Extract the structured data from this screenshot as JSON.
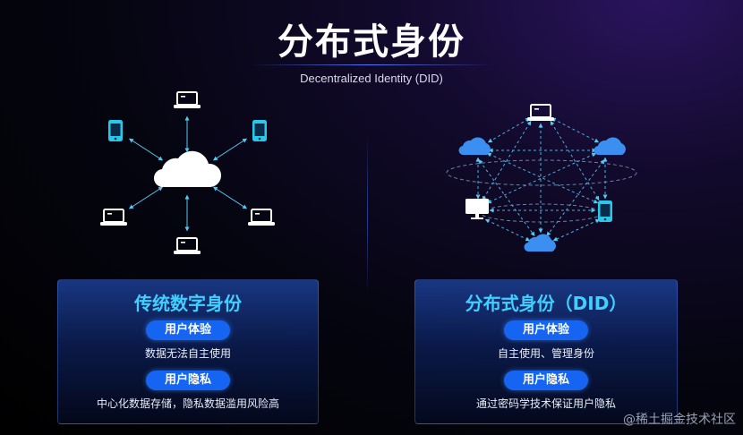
{
  "title": "分布式身份",
  "subtitle": "Decentralized Identity (DID)",
  "left_panel": {
    "title": "传统数字身份",
    "sections": [
      {
        "label": "用户体验",
        "text": "数据无法自主使用"
      },
      {
        "label": "用户隐私",
        "text": "中心化数据存储，隐私数据滥用风险高"
      }
    ]
  },
  "right_panel": {
    "title": "分布式身份（DID）",
    "sections": [
      {
        "label": "用户体验",
        "text": "自主使用、管理身份"
      },
      {
        "label": "用户隐私",
        "text": "通过密码学技术保证用户隐私"
      }
    ]
  },
  "watermark": "@稀土掘金技术社区",
  "colors": {
    "accent": "#3fd0ff",
    "pill": "#1565f2",
    "cloud_blue": "#3a8ff0",
    "device_cyan": "#29c8e8"
  }
}
